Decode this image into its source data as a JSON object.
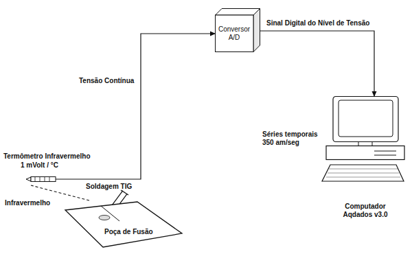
{
  "diagram": {
    "nodes": [
      {
        "text": [
          "Termômetro Infravermelho",
          "1 mVolt / °C"
        ]
      },
      {
        "text": [
          "Conversor A/D"
        ]
      },
      {
        "text": [
          "Computador Aqdados v3.0"
        ]
      },
      {
        "text": [
          "Poça de Fusão"
        ]
      }
    ],
    "edges": [
      {
        "from": 0,
        "to": 1,
        "arrow": "to",
        "label": "Tensão Contínua"
      },
      {
        "from": 1,
        "to": 2,
        "arrow": "to",
        "label": "Sinal Digital do Nível de Tensão"
      },
      {
        "from": 3,
        "to": 0,
        "arrow": "none",
        "label": "Infravermelho"
      }
    ],
    "labels": [
      "Soldagem TIG",
      "Séries temporais 350 am/seg"
    ]
  }
}
